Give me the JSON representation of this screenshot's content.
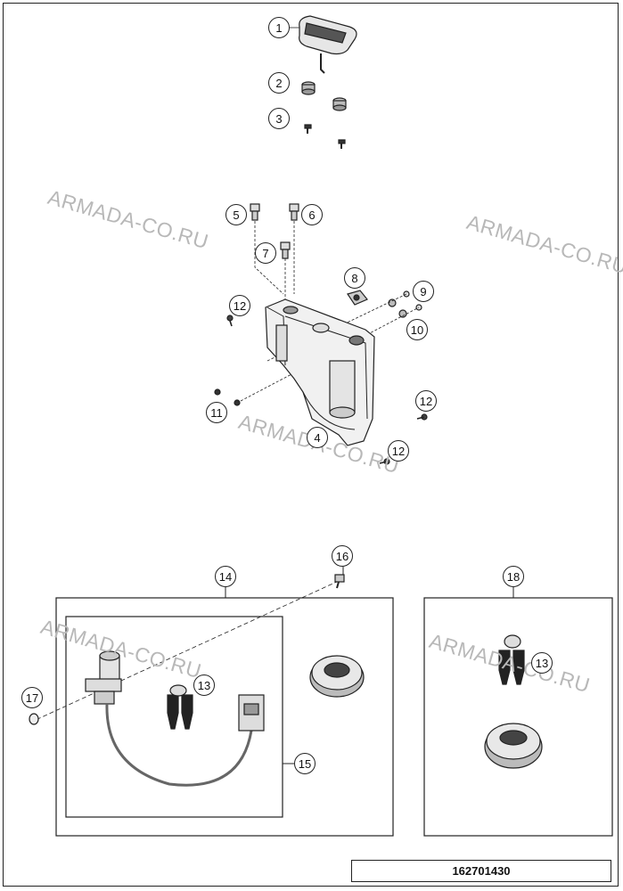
{
  "watermark_text": "ARMADA-CO.RU",
  "reference_number": "162701430",
  "callouts": {
    "c1": "1",
    "c2": "2",
    "c3": "3",
    "c4": "4",
    "c5": "5",
    "c6": "6",
    "c7": "7",
    "c8": "8",
    "c9": "9",
    "c10": "10",
    "c11": "11",
    "c12a": "12",
    "c12b": "12",
    "c12c": "12",
    "c13a": "13",
    "c13b": "13",
    "c14": "14",
    "c15": "15",
    "c16": "16",
    "c17": "17",
    "c18": "18"
  }
}
